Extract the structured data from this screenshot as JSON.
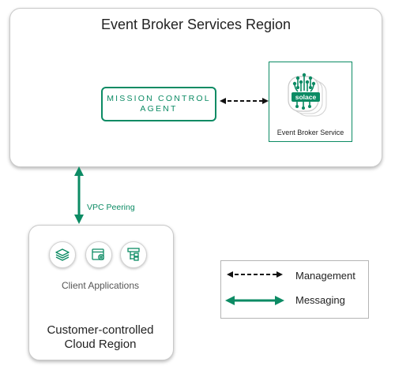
{
  "regions": {
    "broker_region_title": "Event Broker Services Region",
    "customer_region_title_line1": "Customer-controlled",
    "customer_region_title_line2": "Cloud Region"
  },
  "mission_control": {
    "line1": "MISSION CONTROL",
    "line2": "AGENT"
  },
  "event_broker": {
    "label": "Event Broker Service",
    "logo_text": "solace"
  },
  "client": {
    "label": "Client Applications",
    "icons": [
      "layers-icon",
      "app-gear-icon",
      "flowchart-icon"
    ]
  },
  "connections": {
    "vpc_label": "VPC Peering"
  },
  "legend": {
    "management": "Management",
    "messaging": "Messaging"
  },
  "colors": {
    "accent": "#0c8b64",
    "border": "#c9c9c9",
    "text": "#222222"
  }
}
